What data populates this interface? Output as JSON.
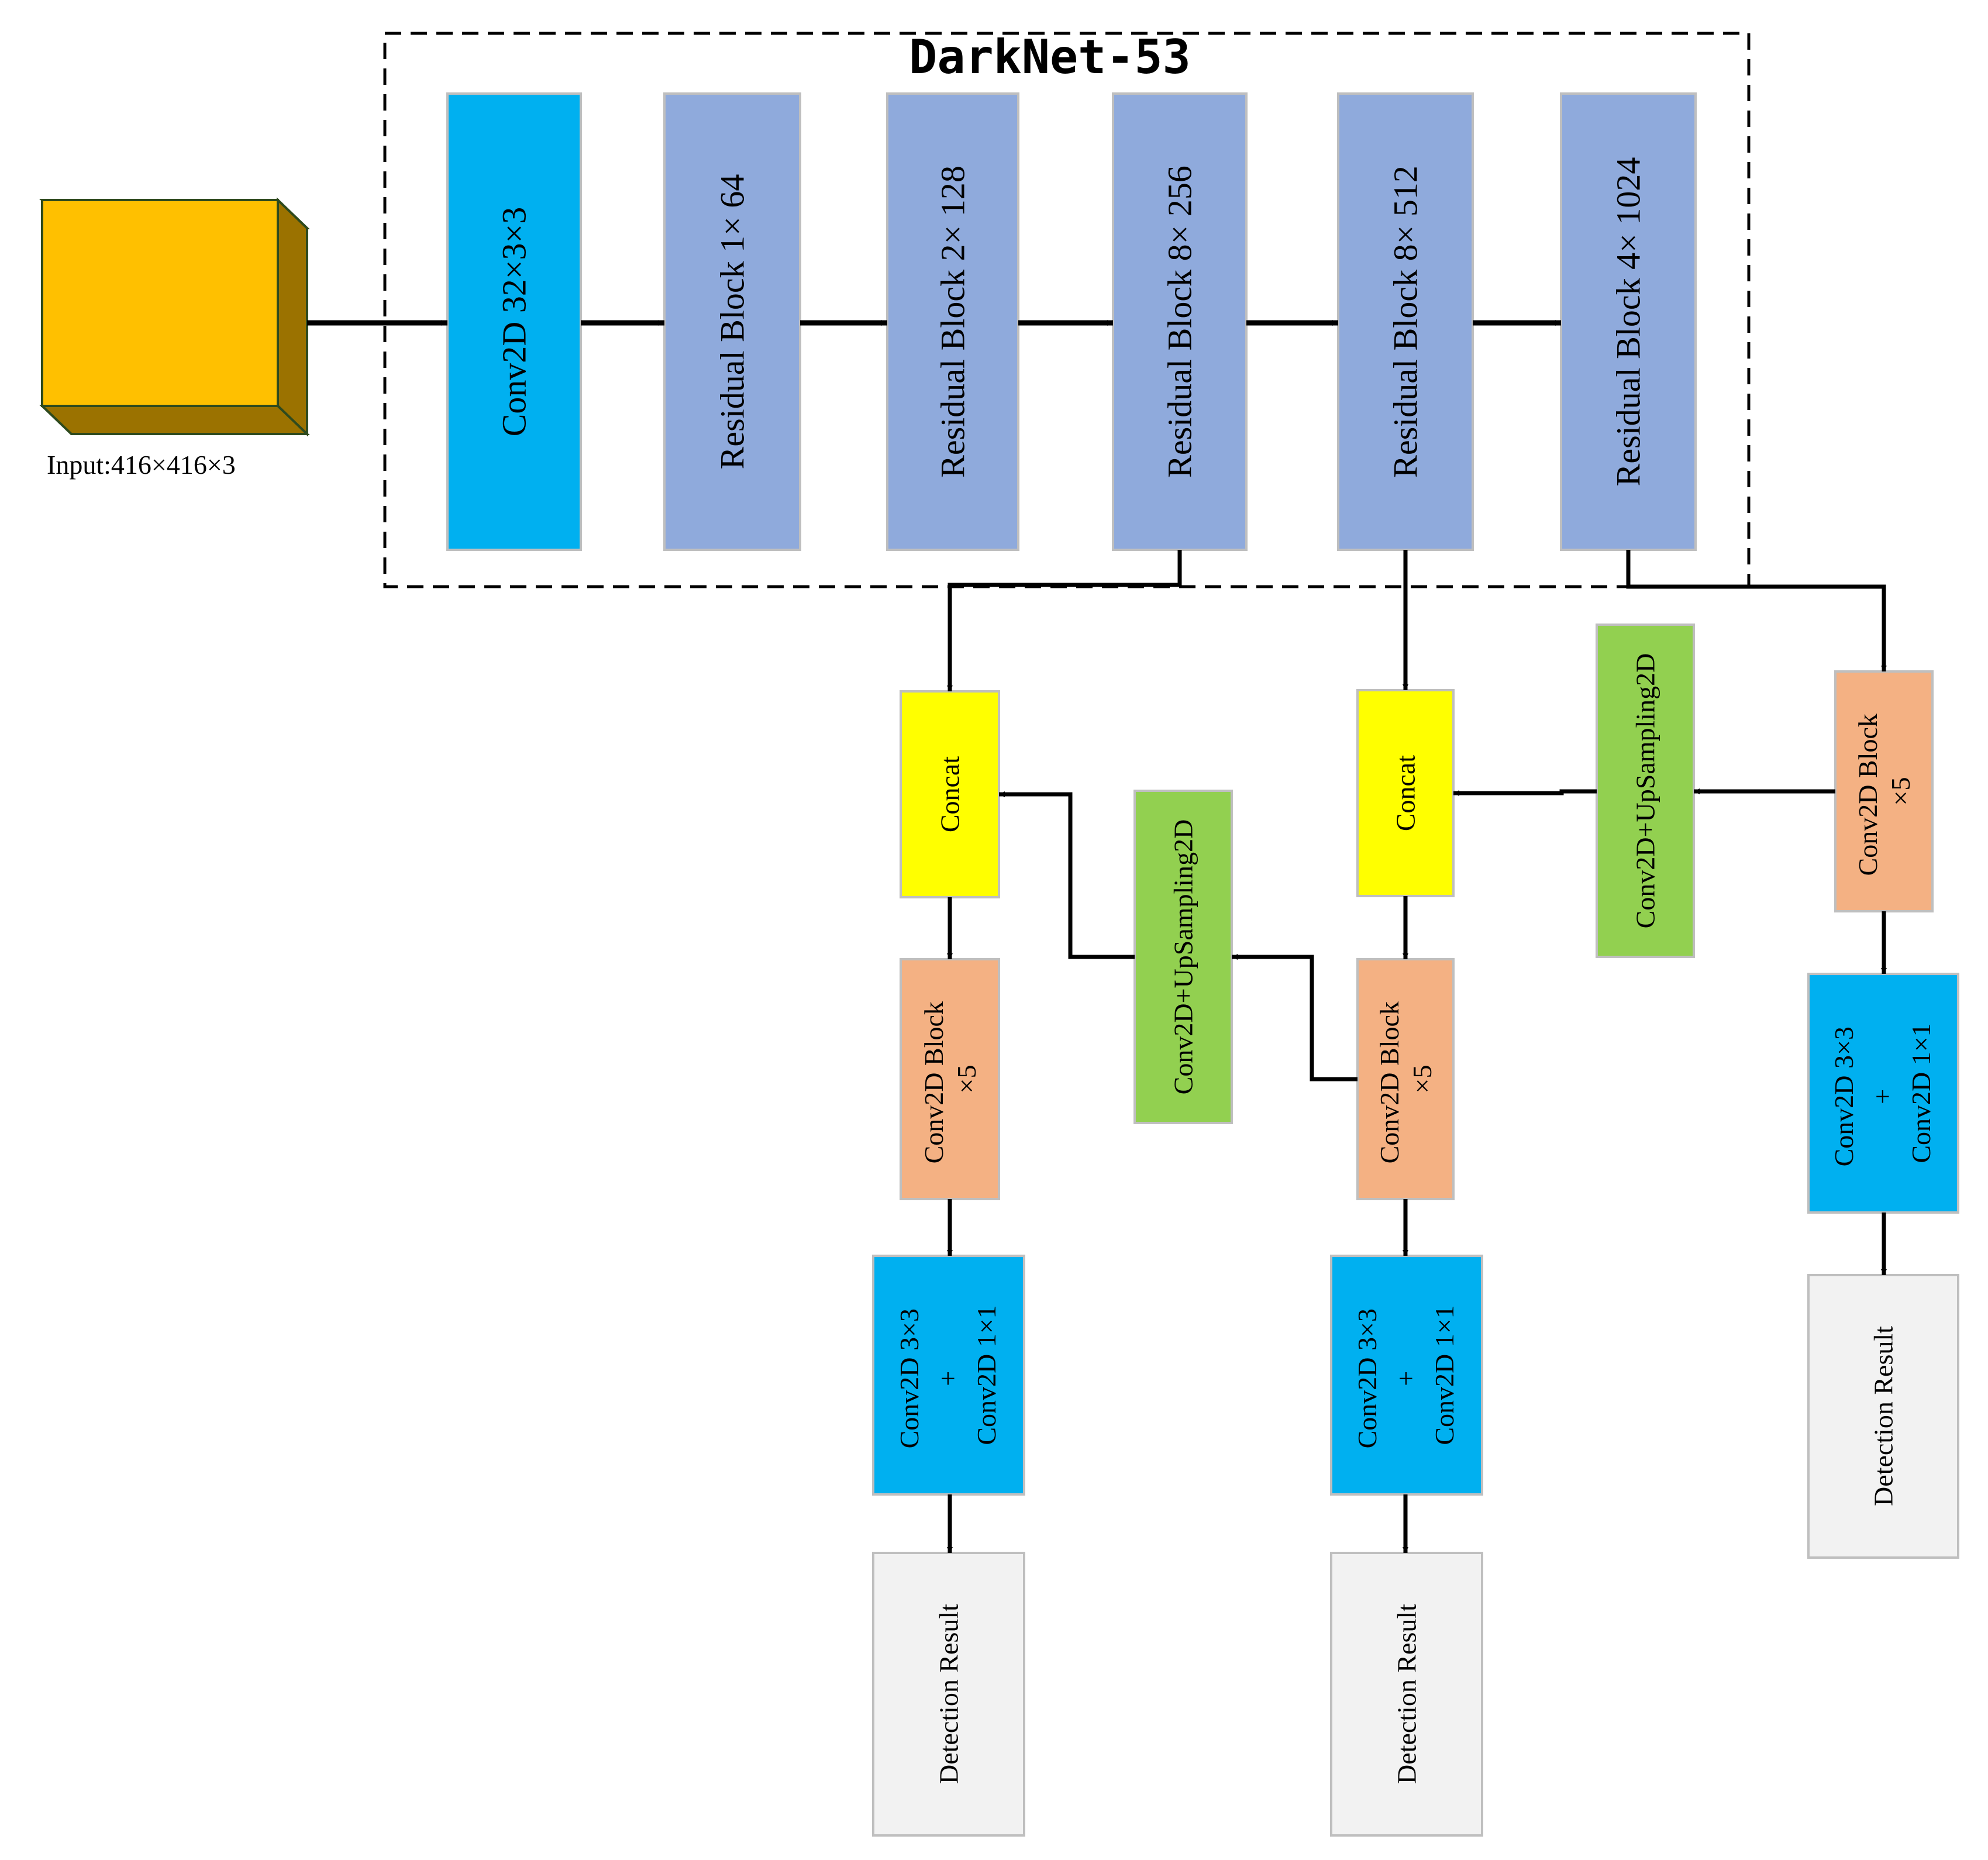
{
  "title": "DarkNet-53",
  "input_label": "Input:416×416×3",
  "backbone": {
    "conv": "Conv2D  32×3×3",
    "residual_blocks": [
      "Residual Block 1× 64",
      "Residual Block 2× 128",
      "Residual Block 8× 256",
      "Residual Block 8× 512",
      "Residual Block 4× 1024"
    ]
  },
  "head": {
    "concat": "Concat",
    "conv_block": [
      "Conv2D Block",
      "×5"
    ],
    "upsample": "Conv2D+UpSampling2D",
    "detect_conv": [
      "Conv2D 3×3",
      "+",
      "Conv2D 1×1"
    ],
    "detection_result": "Detection Result"
  },
  "colors": {
    "input_front": "#FFC000",
    "input_side": "#9B7200",
    "input_edge": "#2E4A1E",
    "conv_blue": "#00B0F0",
    "residual": "#8FAADC",
    "concat": "#FFFF00",
    "conv_block": "#F4B183",
    "upsample": "#92D050",
    "detection": "#F2F2F2",
    "box_border": "#BFBFBF",
    "line": "#000000"
  }
}
